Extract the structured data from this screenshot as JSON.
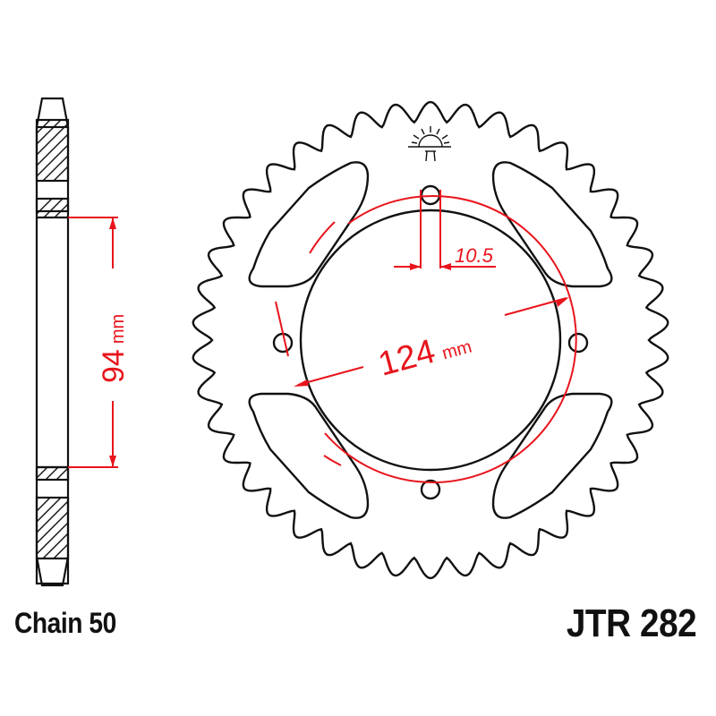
{
  "title": "Rear sprocket technical drawing",
  "labels": {
    "chain": "Chain 50",
    "part_number": "JTR 282"
  },
  "dimensions": {
    "pcd_value": "124",
    "pcd_unit": "mm",
    "bolt_hole_value": "10.5",
    "hub_width_value": "94",
    "hub_width_unit": "mm"
  },
  "sprocket": {
    "teeth": 42,
    "bolt_holes": 4,
    "lightening_cutouts": 4
  },
  "colors": {
    "outline": "#111111",
    "dimension": "#e8141c",
    "background": "#ffffff"
  },
  "icons": {
    "logo": "rising-sun-logo"
  }
}
